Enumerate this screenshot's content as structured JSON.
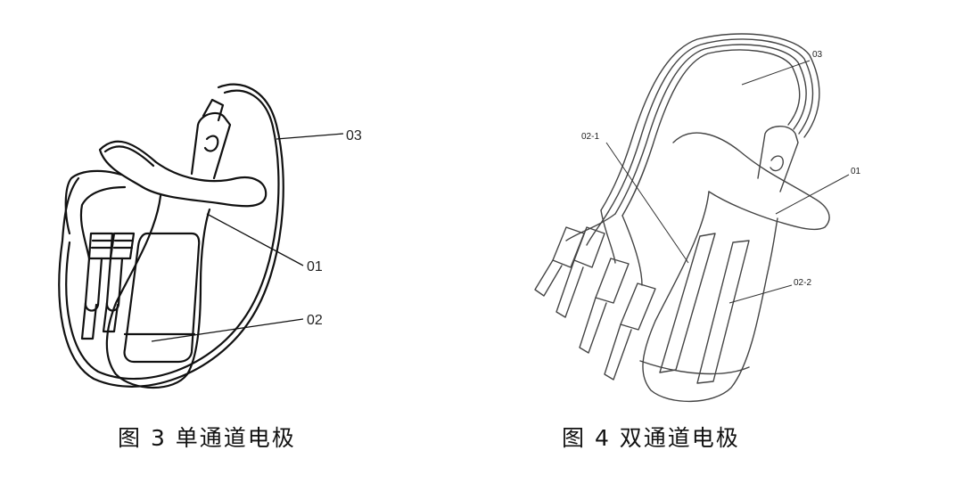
{
  "figure_left": {
    "caption": "图 3 单通道电极",
    "labels": {
      "l01": "01",
      "l02": "02",
      "l03": "03"
    }
  },
  "figure_right": {
    "caption": "图 4 双通道电极",
    "labels": {
      "l01": "01",
      "l02_1": "02-1",
      "l02_2": "02-2",
      "l03": "03"
    }
  }
}
